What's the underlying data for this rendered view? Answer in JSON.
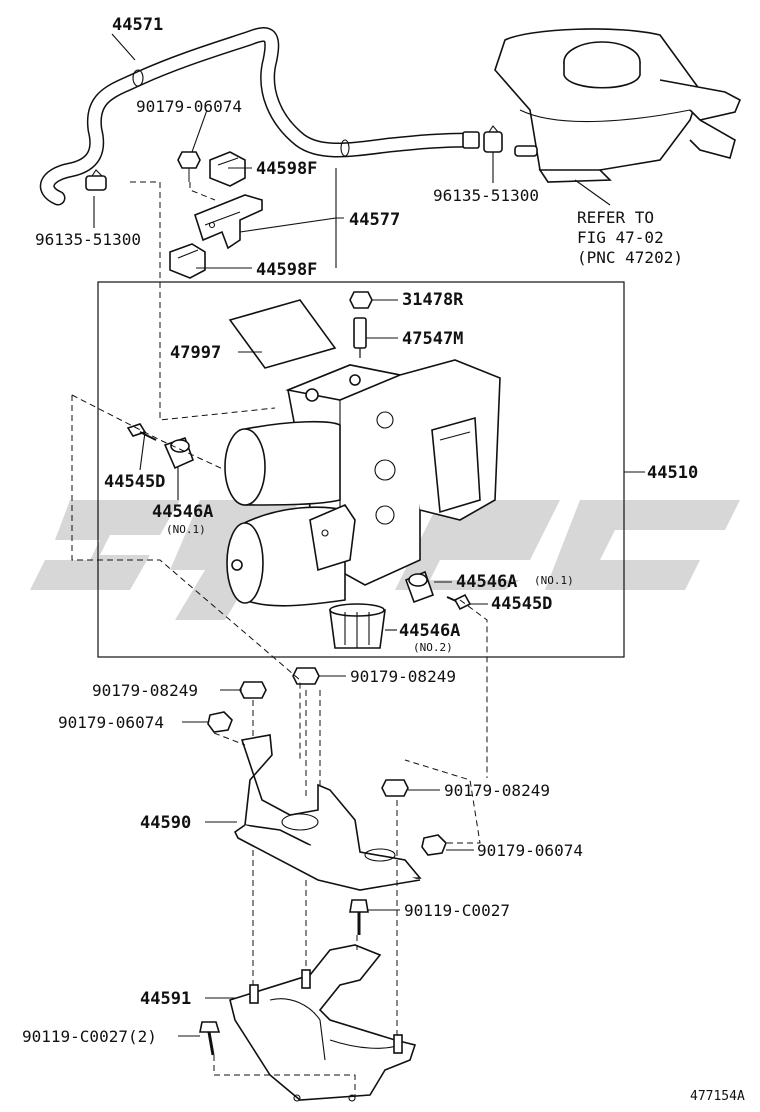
{
  "labels": {
    "p44571": "44571",
    "p90179_06074_top": "90179-06074",
    "p44598F_a": "44598F",
    "p44577": "44577",
    "p96135_left": "96135-51300",
    "p44598F_b": "44598F",
    "p96135_right": "96135-51300",
    "refer1": "REFER TO",
    "refer2": "FIG 47-02",
    "refer3": "(PNC 47202)",
    "p31478R": "31478R",
    "p47547M": "47547M",
    "p47997": "47997",
    "p44545D_left": "44545D",
    "p44546A_left": "44546A",
    "no1_left": "(NO.1)",
    "p44510": "44510",
    "p44546A_right": "44546A",
    "no1_right": "(NO.1)",
    "p44545D_right": "44545D",
    "p44546A_bottom": "44546A",
    "no2": "(NO.2)",
    "p90179_08249_a": "90179-08249",
    "p90179_08249_b": "90179-08249",
    "p90179_06074_mid": "90179-06074",
    "p44590": "44590",
    "p90179_08249_c": "90179-08249",
    "p90179_06074_right": "90179-06074",
    "p90119_C0027": "90119-C0027",
    "p44591": "44591",
    "p90119_C0027_2": "90119-C0027(2)",
    "figure_id": "477154A"
  },
  "colors": {
    "line": "#111111",
    "watermark": "#c8c8c8",
    "background": "#ffffff"
  }
}
